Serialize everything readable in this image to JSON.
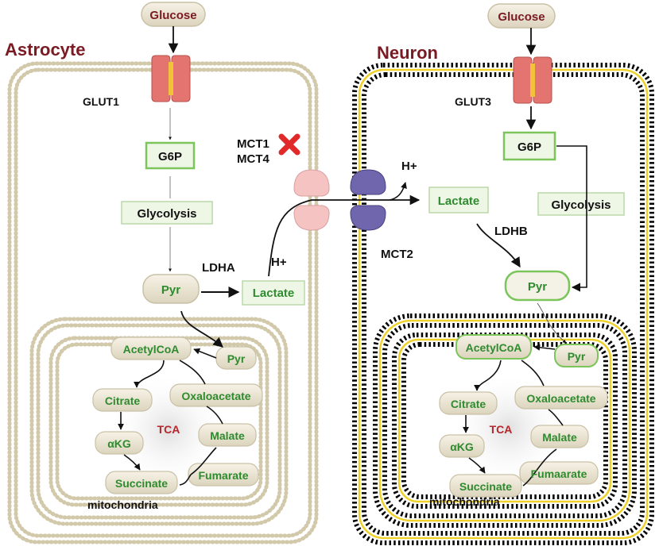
{
  "astrocyte": {
    "title": "Astrocyte",
    "glucose": "Glucose",
    "transporter": "GLUT1",
    "g6p": "G6P",
    "glycolysis": "Glycolysis",
    "pyr": "Pyr",
    "enzyme": "LDHA",
    "lactate": "Lactate",
    "proton": "H+",
    "mito": {
      "pyr": "Pyr",
      "acetylcoa": "AcetylCoA",
      "citrate": "Citrate",
      "akg": "αKG",
      "succinate": "Succinate",
      "oxaloacetate": "Oxaloacetate",
      "malate": "Malate",
      "fumarate": "Fumarate",
      "tca": "TCA",
      "label": "mitochondria"
    }
  },
  "membrane_transport": {
    "mct1": "MCT1",
    "mct4": "MCT4",
    "mct2": "MCT2",
    "proton": "H+"
  },
  "neuron": {
    "title": "Neuron",
    "glucose": "Glucose",
    "transporter": "GLUT3",
    "g6p": "G6P",
    "glycolysis": "Glycolysis",
    "lactate": "Lactate",
    "enzyme": "LDHB",
    "pyr": "Pyr",
    "mito": {
      "pyr": "Pyr",
      "acetylcoa": "AcetylCoA",
      "citrate": "Citrate",
      "akg": "αKG",
      "succinate": "Succinate",
      "oxaloacetate": "Oxaloacetate",
      "malate": "Malate",
      "fumarate": "Fumaarate",
      "tca": "TCA",
      "label": "mitochondria"
    }
  },
  "colors": {
    "title": "#7a1a22",
    "metabolite_text": "#2e8b2e",
    "tca_text": "#b5262c",
    "black_text": "#111111",
    "green_box_border": "#7cc55a",
    "green_box_fill": "#eef6e6",
    "pill_fill": "#ece7d6",
    "pill_border": "#c9c1a6",
    "membrane_bead": "#d8cfb4",
    "neuron_membrane": "#000000",
    "neuron_gold": "#f0d12a",
    "glut_pink": "#e37470",
    "mct_pink": "#f6c3c3",
    "mct2_purple": "#6f66ad",
    "block_red": "#e02a2a"
  }
}
